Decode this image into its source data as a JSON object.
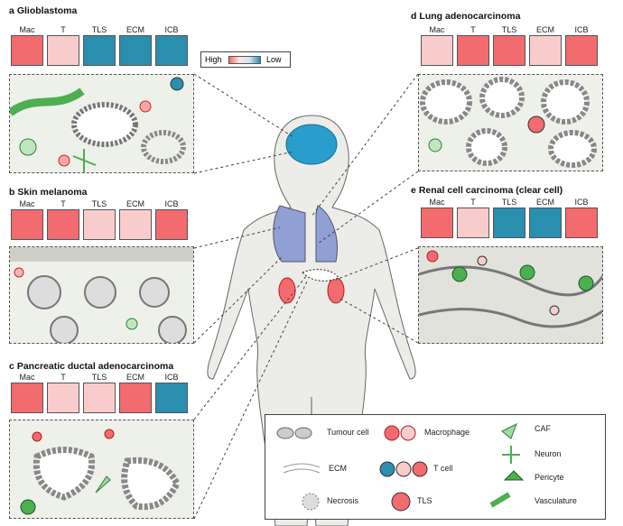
{
  "panels": {
    "a": {
      "letter": "a",
      "title": "Glioblastoma",
      "levels": [
        "high",
        "mid",
        "low",
        "low",
        "low"
      ]
    },
    "b": {
      "letter": "b",
      "title": "Skin melanoma",
      "levels": [
        "high",
        "high",
        "mid",
        "mid",
        "high"
      ]
    },
    "c": {
      "letter": "c",
      "title": "Pancreatic ductal adenocarcinoma",
      "levels": [
        "high",
        "mid",
        "mid",
        "high",
        "low"
      ]
    },
    "d": {
      "letter": "d",
      "title": "Lung adenocarcinoma",
      "levels": [
        "mid",
        "high",
        "high",
        "mid",
        "high"
      ]
    },
    "e": {
      "letter": "e",
      "title": "Renal cell carcinoma (clear cell)",
      "levels": [
        "high",
        "mid",
        "low",
        "low",
        "high"
      ]
    }
  },
  "columns": [
    "Mac",
    "T",
    "TLS",
    "ECM",
    "ICB"
  ],
  "scale": {
    "high": "High",
    "low": "Low"
  },
  "colors": {
    "high": "#f26b6f",
    "mid": "#f9cccc",
    "low": "#2a8fae",
    "neutral": "#fde9e9"
  },
  "legend": {
    "tumour": "Tumour cell",
    "macrophage": "Macrophage",
    "caf": "CAF",
    "neuron": "Neuron",
    "ecm": "ECM",
    "tcell": "T cell",
    "pericyte": "Pericyte",
    "necrosis": "Necrosis",
    "tls": "TLS",
    "vasculature": "Vasculature"
  }
}
